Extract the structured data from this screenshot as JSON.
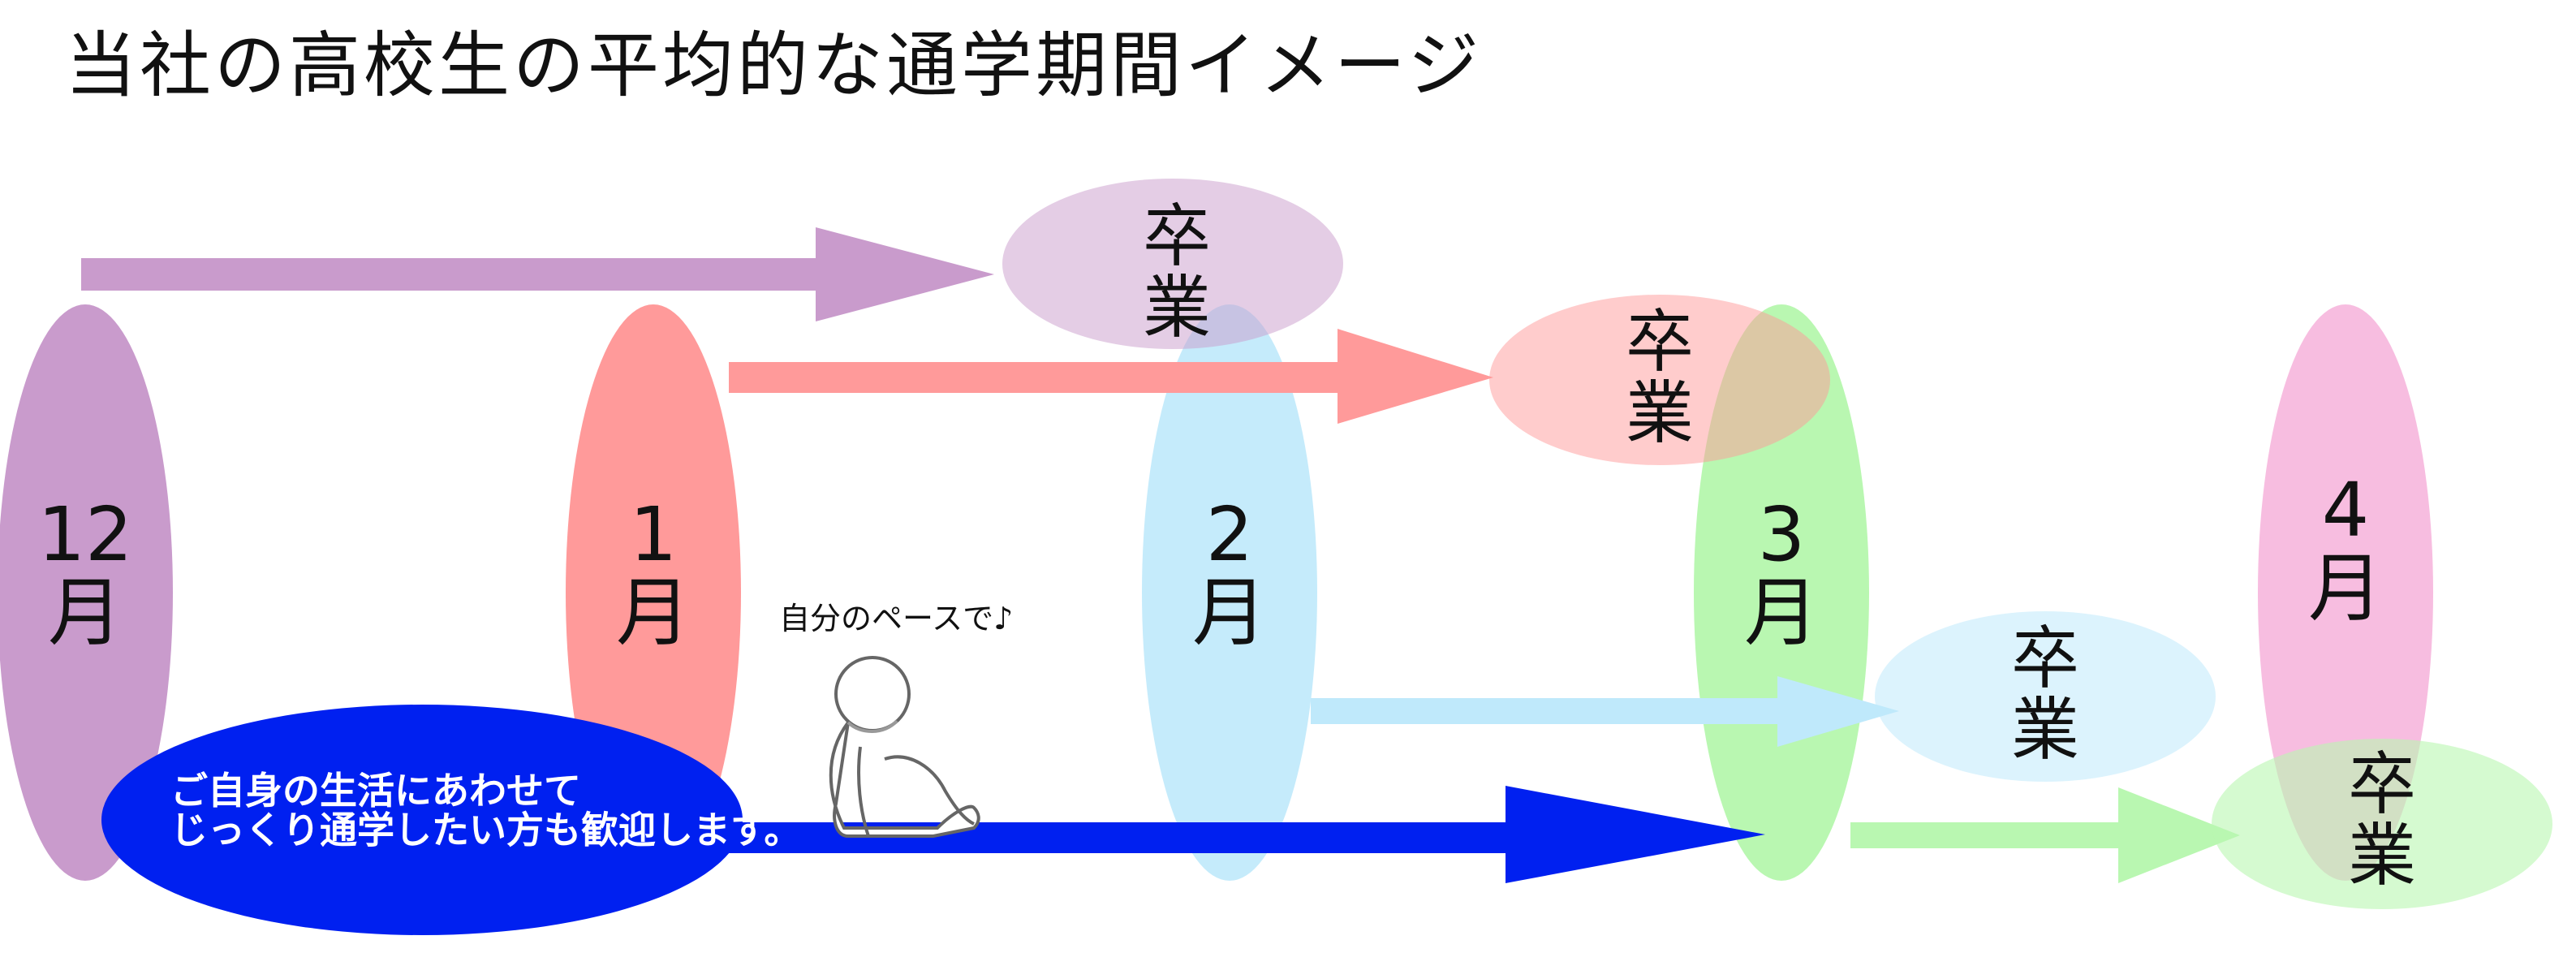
{
  "title": "当社の高校生の平均的な通学期間イメージ",
  "months": {
    "dec": "12\n月",
    "jan": "1\n月",
    "feb": "2\n月",
    "mar": "3\n月",
    "apr": "4\n月"
  },
  "graduation": "卒\n業",
  "pace_label": "自分のペースで♪",
  "welcome_text": "ご自身の生活にあわせて\nじっくり通学したい方も歓迎します。",
  "colors": {
    "purple": "#c99bcc",
    "red": "#ff9a9a",
    "light_blue": "#bfe9fb",
    "green": "#b9f7b1",
    "pink": "#f7bde0",
    "blue": "#0020f0"
  }
}
